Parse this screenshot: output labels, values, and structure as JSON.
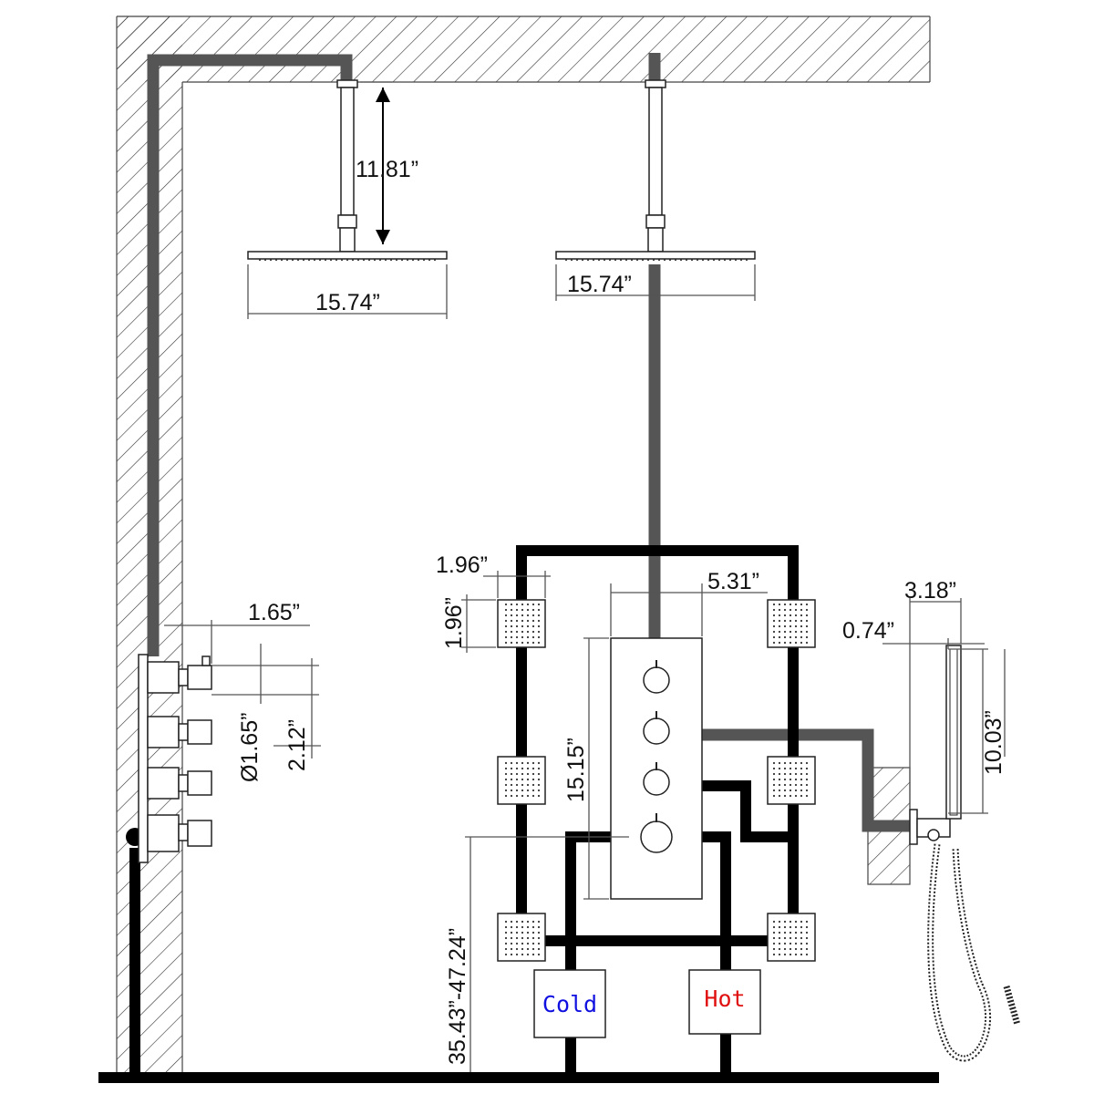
{
  "dimensions": {
    "arm_drop": "11.81”",
    "head_left_width": "15.74”",
    "head_right_width": "15.74”",
    "side_protrusion": "1.65”",
    "knob_diameter": "Ø1.65”",
    "knob_spacing": "2.12”",
    "jet_width": "1.96”",
    "jet_height": "1.96”",
    "panel_width": "5.31”",
    "panel_height": "15.15”",
    "valve_height": "35.43”-47.24”",
    "handheld_offset": "3.18”",
    "holder_depth": "0.74”",
    "handheld_length": "10.03”"
  },
  "labels": {
    "cold": "Cold",
    "hot": "Hot"
  },
  "colors": {
    "cold": "#1010e0",
    "hot": "#e01010",
    "pipe_gray": "#555555",
    "pipe_black": "#000000",
    "hatch": "#333333"
  }
}
